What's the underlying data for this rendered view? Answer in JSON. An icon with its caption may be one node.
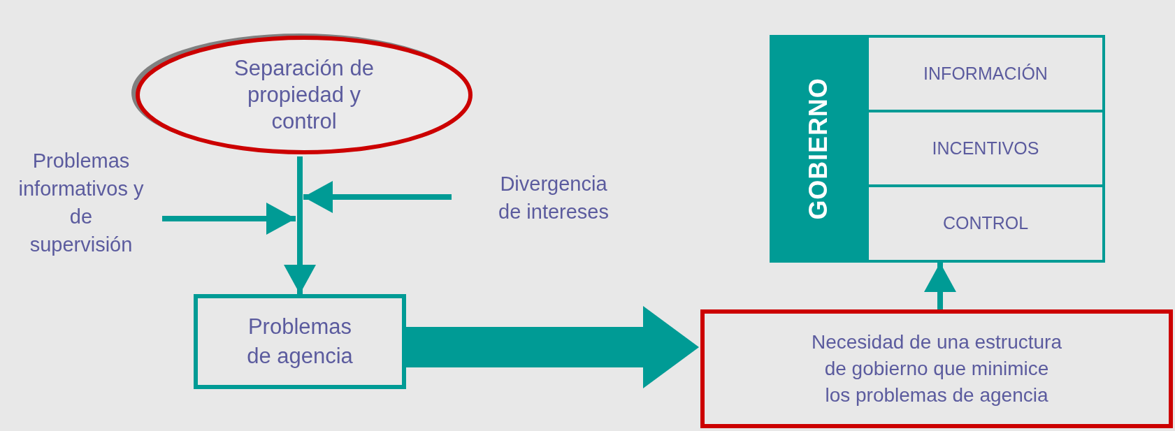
{
  "diagram": {
    "nodes": [
      {
        "text": [
          "Separación de propiedad y control"
        ]
      },
      {
        "text": [
          "Problemas informativos y de supervisión"
        ]
      },
      {
        "text": [
          "Divergencia de intereses"
        ]
      },
      {
        "text": [
          "Problemas de agencia"
        ]
      },
      {
        "text": [
          "Necesidad de una estructura de gobierno que minimice los problemas de agencia"
        ]
      },
      {
        "text": [
          "GOBIERNO"
        ]
      },
      {
        "text": [
          "INFORMACIÓN"
        ]
      },
      {
        "text": [
          "INCENTIVOS"
        ]
      },
      {
        "text": [
          "CONTROL"
        ]
      }
    ],
    "edges": [
      {
        "from": 0,
        "to": 3,
        "arrow": "to"
      },
      {
        "from": 1,
        "to": null,
        "arrow": "to"
      },
      {
        "from": 2,
        "to": null,
        "arrow": "to"
      },
      {
        "from": 3,
        "to": 4,
        "arrow": "to",
        "style": "thick"
      },
      {
        "from": 4,
        "to": 8,
        "arrow": "to"
      }
    ]
  }
}
